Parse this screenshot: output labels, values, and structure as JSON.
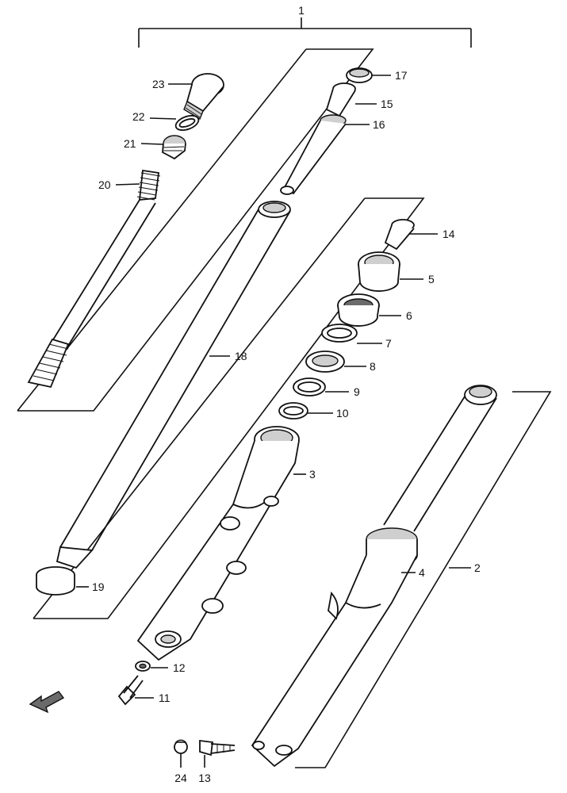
{
  "parts": {
    "p1": "1",
    "p2": "2",
    "p3": "3",
    "p4": "4",
    "p5": "5",
    "p6": "6",
    "p7": "7",
    "p8": "8",
    "p9": "9",
    "p10": "10",
    "p11": "11",
    "p12": "12",
    "p13": "13",
    "p14": "14",
    "p15": "15",
    "p16": "16",
    "p17": "17",
    "p18": "18",
    "p19": "19",
    "p20": "20",
    "p21": "21",
    "p22": "22",
    "p23": "23",
    "p24": "24"
  },
  "icons": {
    "direction": "front-arrow-icon"
  }
}
